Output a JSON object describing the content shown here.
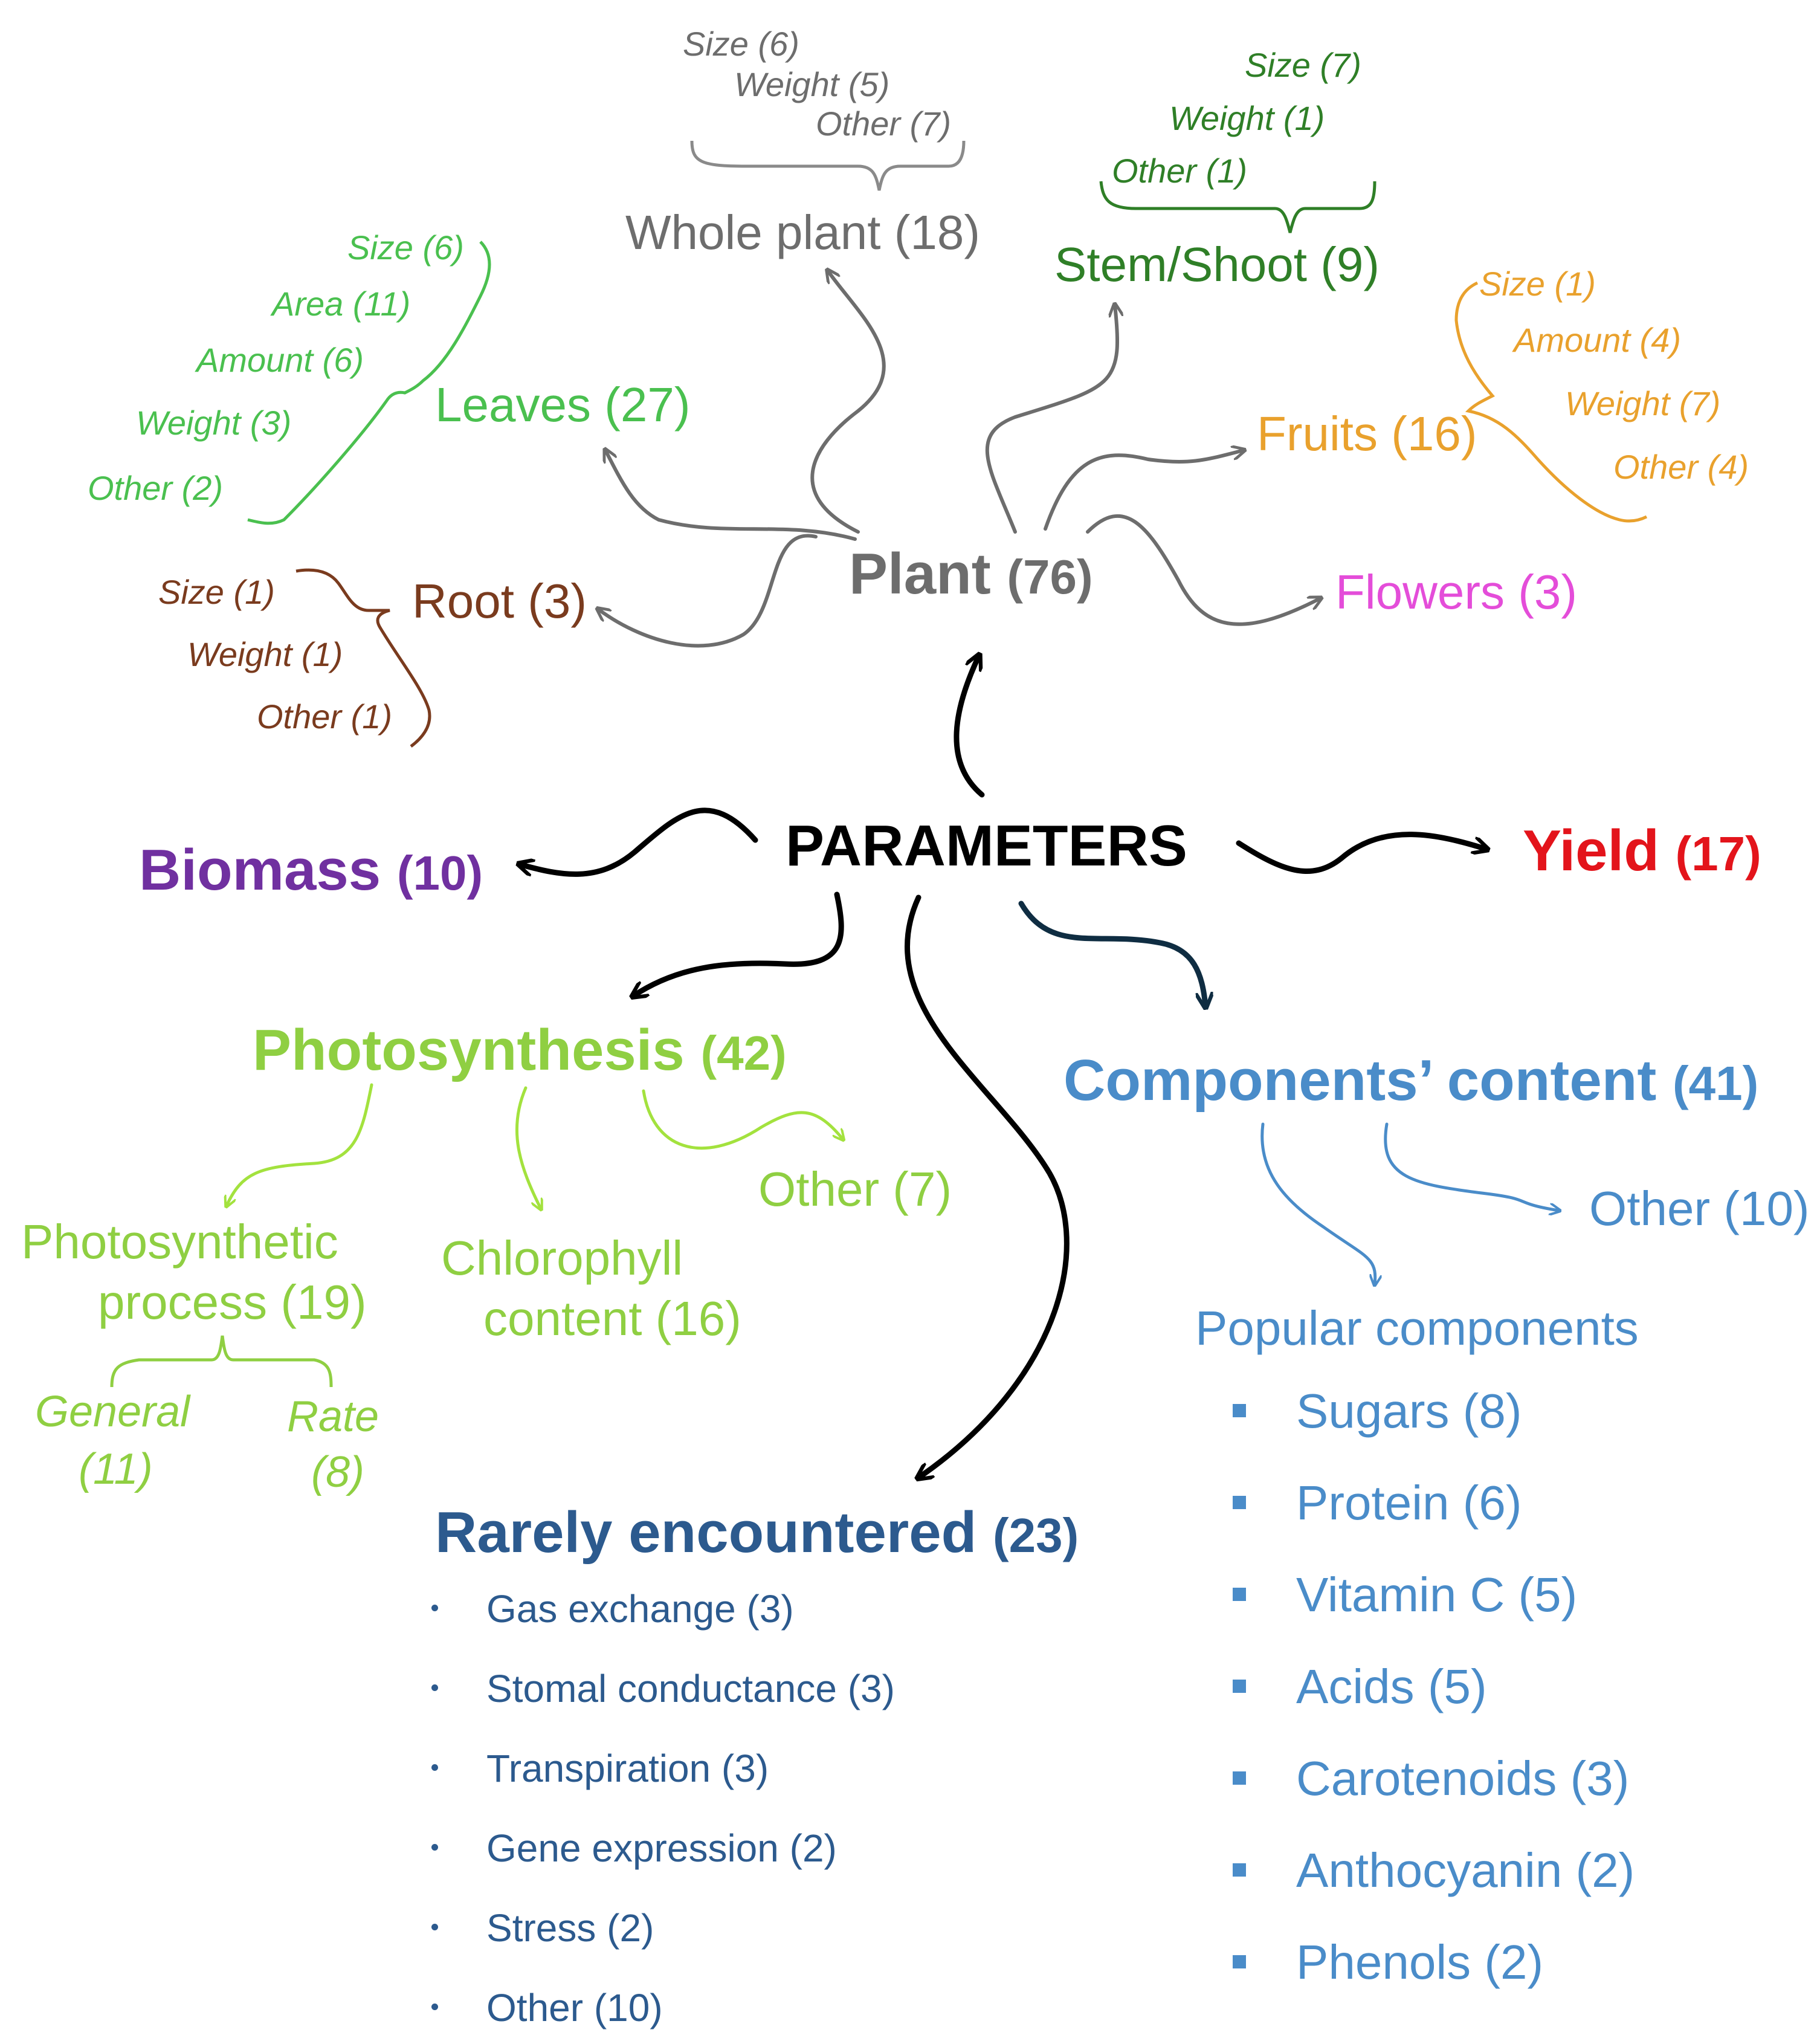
{
  "center": {
    "label": "PARAMETERS"
  },
  "plant": {
    "name": "Plant",
    "count": "(76)"
  },
  "whole_plant": {
    "name": "Whole plant (18)",
    "items": [
      "Size (6)",
      "Weight (5)",
      "Other (7)"
    ]
  },
  "stem": {
    "name": "Stem/Shoot (9)",
    "items": [
      "Size (7)",
      "Weight (1)",
      "Other (1)"
    ]
  },
  "leaves": {
    "name": "Leaves (27)",
    "items": [
      "Size (6)",
      "Area (11)",
      "Amount (6)",
      "Weight (3)",
      "Other (2)"
    ]
  },
  "fruits": {
    "name": "Fruits (16)",
    "items": [
      "Size (1)",
      "Amount (4)",
      "Weight (7)",
      "Other (4)"
    ]
  },
  "root": {
    "name": "Root (3)",
    "items": [
      "Size (1)",
      "Weight (1)",
      "Other (1)"
    ]
  },
  "flowers": {
    "name": "Flowers (3)"
  },
  "biomass": {
    "name": "Biomass",
    "count": "(10)"
  },
  "yield": {
    "name": "Yield",
    "count": "(17)"
  },
  "photosynthesis": {
    "name": "Photosynthesis",
    "count": "(42)",
    "process": {
      "line1": "Photosynthetic",
      "line2": "process (19)",
      "general": "General",
      "general_count": "(11)",
      "rate": "Rate",
      "rate_count": "(8)"
    },
    "chlorophyll": {
      "line1": "Chlorophyll",
      "line2": "content (16)"
    },
    "other": "Other (7)"
  },
  "components": {
    "name": "Components’ content",
    "count": "(41)",
    "other": "Other (10)",
    "popular_title": "Popular components",
    "popular": [
      "Sugars (8)",
      "Protein (6)",
      "Vitamin C (5)",
      "Acids (5)",
      "Carotenoids (3)",
      "Anthocyanin (2)",
      "Phenols (2)"
    ]
  },
  "rare": {
    "name": "Rarely encountered",
    "count": "(23)",
    "items": [
      "Gas exchange (3)",
      "Stomal conductance (3)",
      "Transpiration (3)",
      "Gene expression (2)",
      "Stress (2)",
      "Other (10)"
    ]
  },
  "colors": {
    "plant": "#6d6d6d",
    "leaves": "#4ac04f",
    "root": "#7a3b1e",
    "stem": "#2f7f27",
    "fruits": "#e9a12d",
    "flowers": "#e44dd9",
    "biomass": "#7030a0",
    "yield": "#e3141b",
    "photosynthesis": "#8fcf42",
    "components": "#4a8cc9",
    "rare": "#2c5a8e",
    "center": "#000000"
  }
}
